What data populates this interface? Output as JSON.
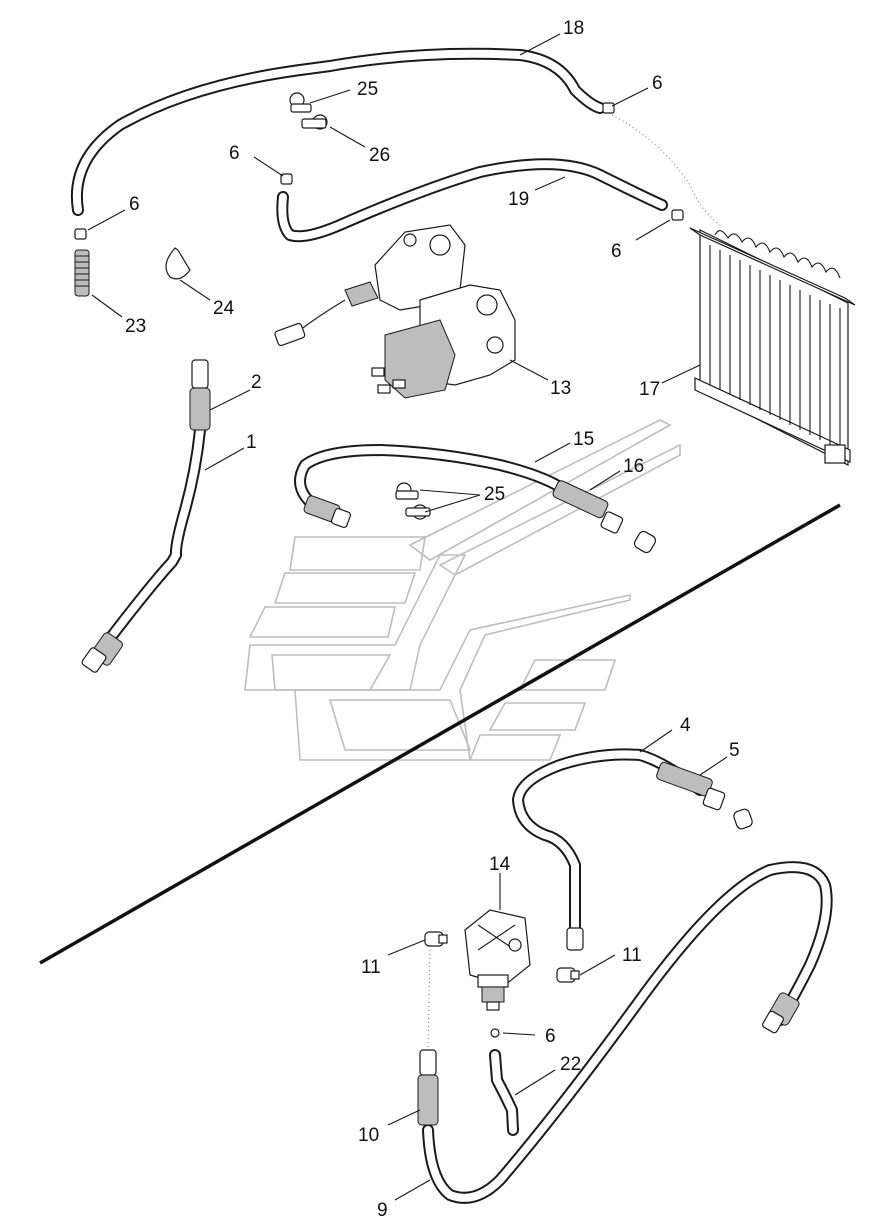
{
  "diagram": {
    "callouts": {
      "c1": "1",
      "c2": "2",
      "c4": "4",
      "c5": "5",
      "c6a": "6",
      "c6b": "6",
      "c6c": "6",
      "c6d": "6",
      "c6e": "6",
      "c9": "9",
      "c10": "10",
      "c11a": "11",
      "c11b": "11",
      "c13": "13",
      "c14": "14",
      "c15": "15",
      "c16": "16",
      "c17": "17",
      "c18": "18",
      "c19": "19",
      "c22": "22",
      "c23": "23",
      "c24": "24",
      "c25a": "25",
      "c25b": "25",
      "c26": "26"
    }
  }
}
